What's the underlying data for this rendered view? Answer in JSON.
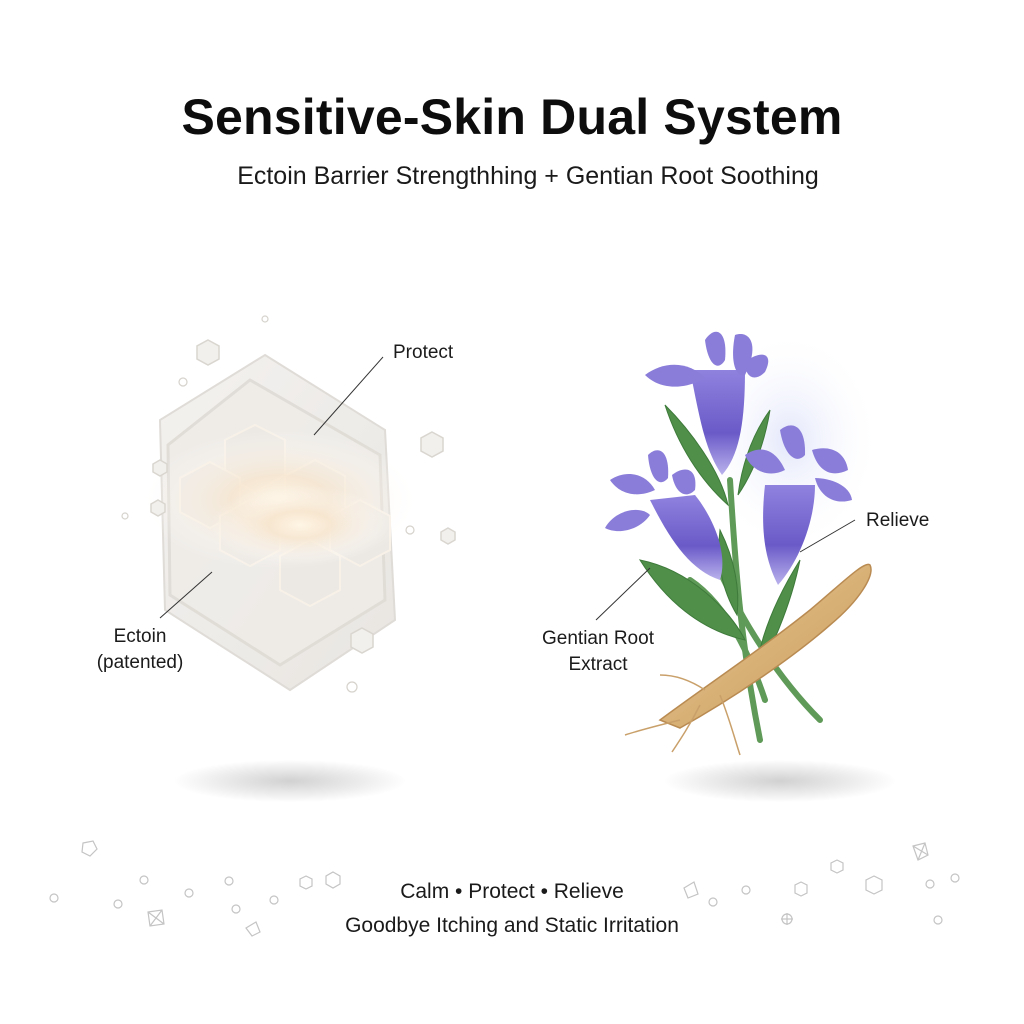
{
  "header": {
    "title": "Sensitive-Skin Dual System",
    "subtitle": "Ectoin Barrier Strengthhing + Gentian Root Soothing"
  },
  "left_illustration": {
    "subject": "ectoin-hexagonal-barrier",
    "callouts": {
      "top": "Protect",
      "bottom_line1": "Ectoin",
      "bottom_line2": "(patented)"
    }
  },
  "right_illustration": {
    "subject": "gentian-flowers-and-root",
    "callouts": {
      "right": "Relieve",
      "left_line1": "Gentian Root",
      "left_line2": "Extract"
    }
  },
  "footer": {
    "benefits": "Calm • Protect • Relieve",
    "tagline": "Goodbye Itching and Static Irritation"
  },
  "colors": {
    "background": "#ffffff",
    "text": "#111111",
    "petal": "#7b6fd0",
    "petal_dark": "#5a4bb8",
    "leaf": "#4f8f4a",
    "root": "#d8b27a",
    "crystal": "#e9e6e2"
  }
}
